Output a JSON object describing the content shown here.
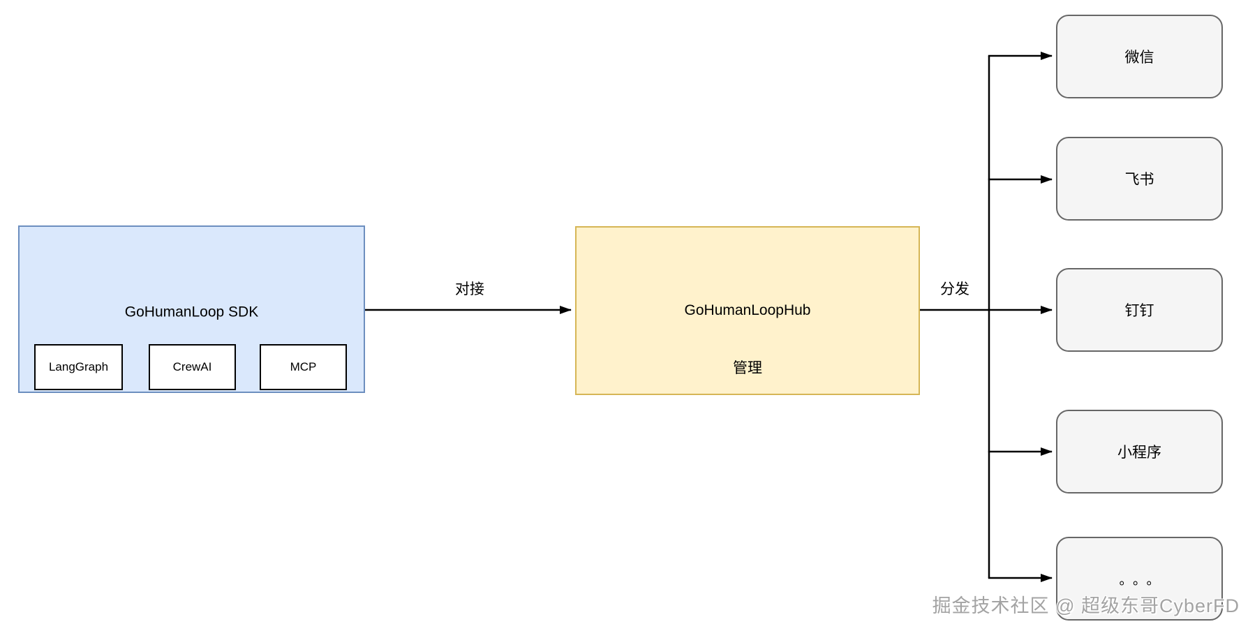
{
  "diagram": {
    "sdk": {
      "title": "GoHumanLoop SDK",
      "frameworks": [
        "LangGraph",
        "CrewAI",
        "MCP"
      ]
    },
    "hub": {
      "title": "GoHumanLoopHub",
      "subtitle": "管理"
    },
    "edges": {
      "connect": "对接",
      "distribute": "分发"
    },
    "targets": [
      "微信",
      "飞书",
      "钉钉",
      "小程序",
      "。。。"
    ],
    "colors": {
      "sdk_fill": "#dae8fc",
      "sdk_border": "#6c8ebf",
      "hub_fill": "#fff2cc",
      "hub_border": "#d6b656",
      "target_fill": "#f5f5f5",
      "target_border": "#666666",
      "framework_fill": "#ffffff",
      "framework_border": "#000000",
      "connector": "#000000"
    }
  },
  "watermark": "掘金技术社区 @ 超级东哥CyberFD"
}
